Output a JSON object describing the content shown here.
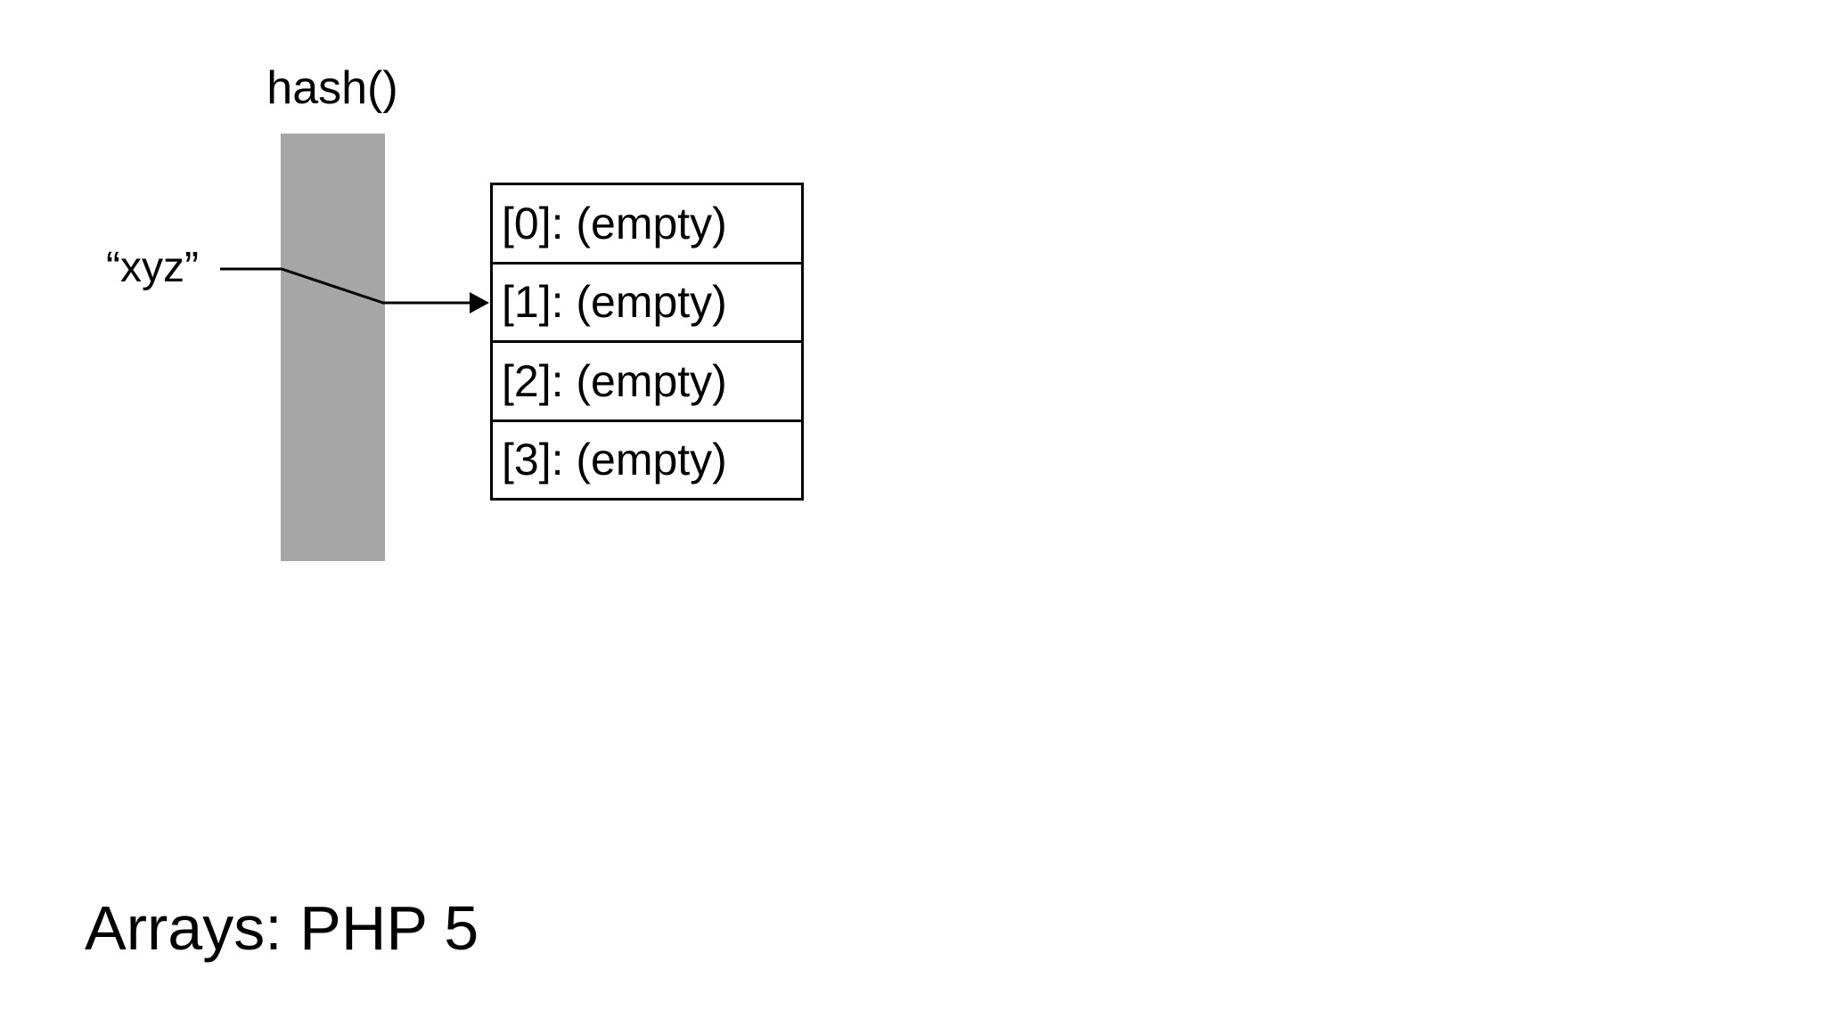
{
  "diagram": {
    "hash_label": "hash()",
    "input_label": "“xyz”",
    "array_slots": [
      "[0]: (empty)",
      "[1]: (empty)",
      "[2]: (empty)",
      "[3]: (empty)"
    ],
    "arrow_target_slot_index": 1,
    "colors": {
      "bar_fill": "#a6a6a6",
      "line": "#000000",
      "text": "#000000",
      "background": "#ffffff"
    }
  },
  "title": "Arrays: PHP 5"
}
